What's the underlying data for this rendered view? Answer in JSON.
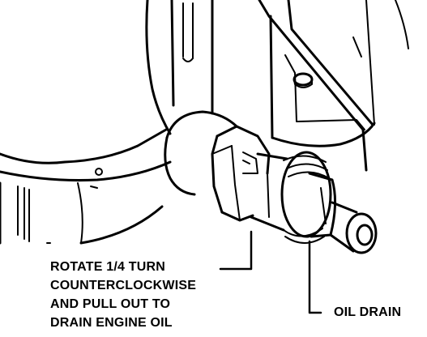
{
  "diagram": {
    "callouts": {
      "rotate": {
        "lines": [
          "ROTATE 1/4 TURN",
          "COUNTERCLOCKWISE",
          "AND PULL OUT TO",
          "DRAIN ENGINE OIL"
        ]
      },
      "drain": {
        "label": "OIL DRAIN"
      }
    },
    "ink_color": "#000000",
    "paper_color": "#ffffff"
  }
}
